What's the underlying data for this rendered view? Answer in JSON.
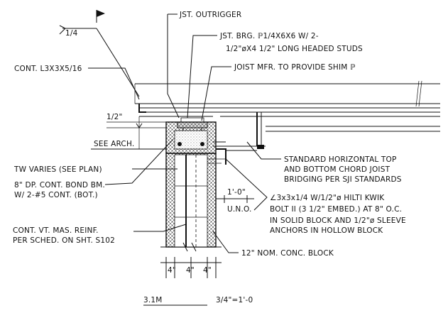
{
  "detail": {
    "number": "3.1M",
    "scale": "3/4\"=1'-0"
  },
  "callouts": {
    "outrigger": "JST. OUTRIGGER",
    "bearing_1": "JST. BRG. ℙ1/4X6X6 W/ 2-",
    "bearing_2": "1/2\"øX4 1/2\" LONG HEADED STUDS",
    "shim": "JOIST MFR. TO PROVIDE SHIM ℙ",
    "angle": "CONT. L3X3X5/16",
    "weld": "1/4",
    "half_inch": "1/2\"",
    "see_arch": "SEE ARCH.",
    "tw": "TW VARIES (SEE PLAN)",
    "bond_1": "8\" DP. CONT. BOND BM.",
    "bond_2": "W/ 2-#5 CONT. (BOT.)",
    "vert_1": "CONT. VT. MAS. REINF.",
    "vert_2": "PER SCHED. ON SHT. S102",
    "bridging_1": "STANDARD HORIZONTAL TOP",
    "bridging_2": "AND BOTTOM CHORD JOIST",
    "bridging_3": "BRIDGING PER SJI STANDARDS",
    "spacing": "1'-0\"",
    "uno": "U.N.O.",
    "hilti_1": "∠3x3x1/4 W/1/2\"ø HILTI KWIK",
    "hilti_2": "BOLT II (3 1/2\" EMBED.) AT 8\" O.C.",
    "hilti_3": "IN SOLID BLOCK AND 1/2\"ø SLEEVE",
    "hilti_4": "ANCHORS IN HOLLOW BLOCK",
    "block": "12\" NOM. CONC. BLOCK",
    "dims": [
      "4\"",
      "4\"",
      "4\""
    ]
  }
}
